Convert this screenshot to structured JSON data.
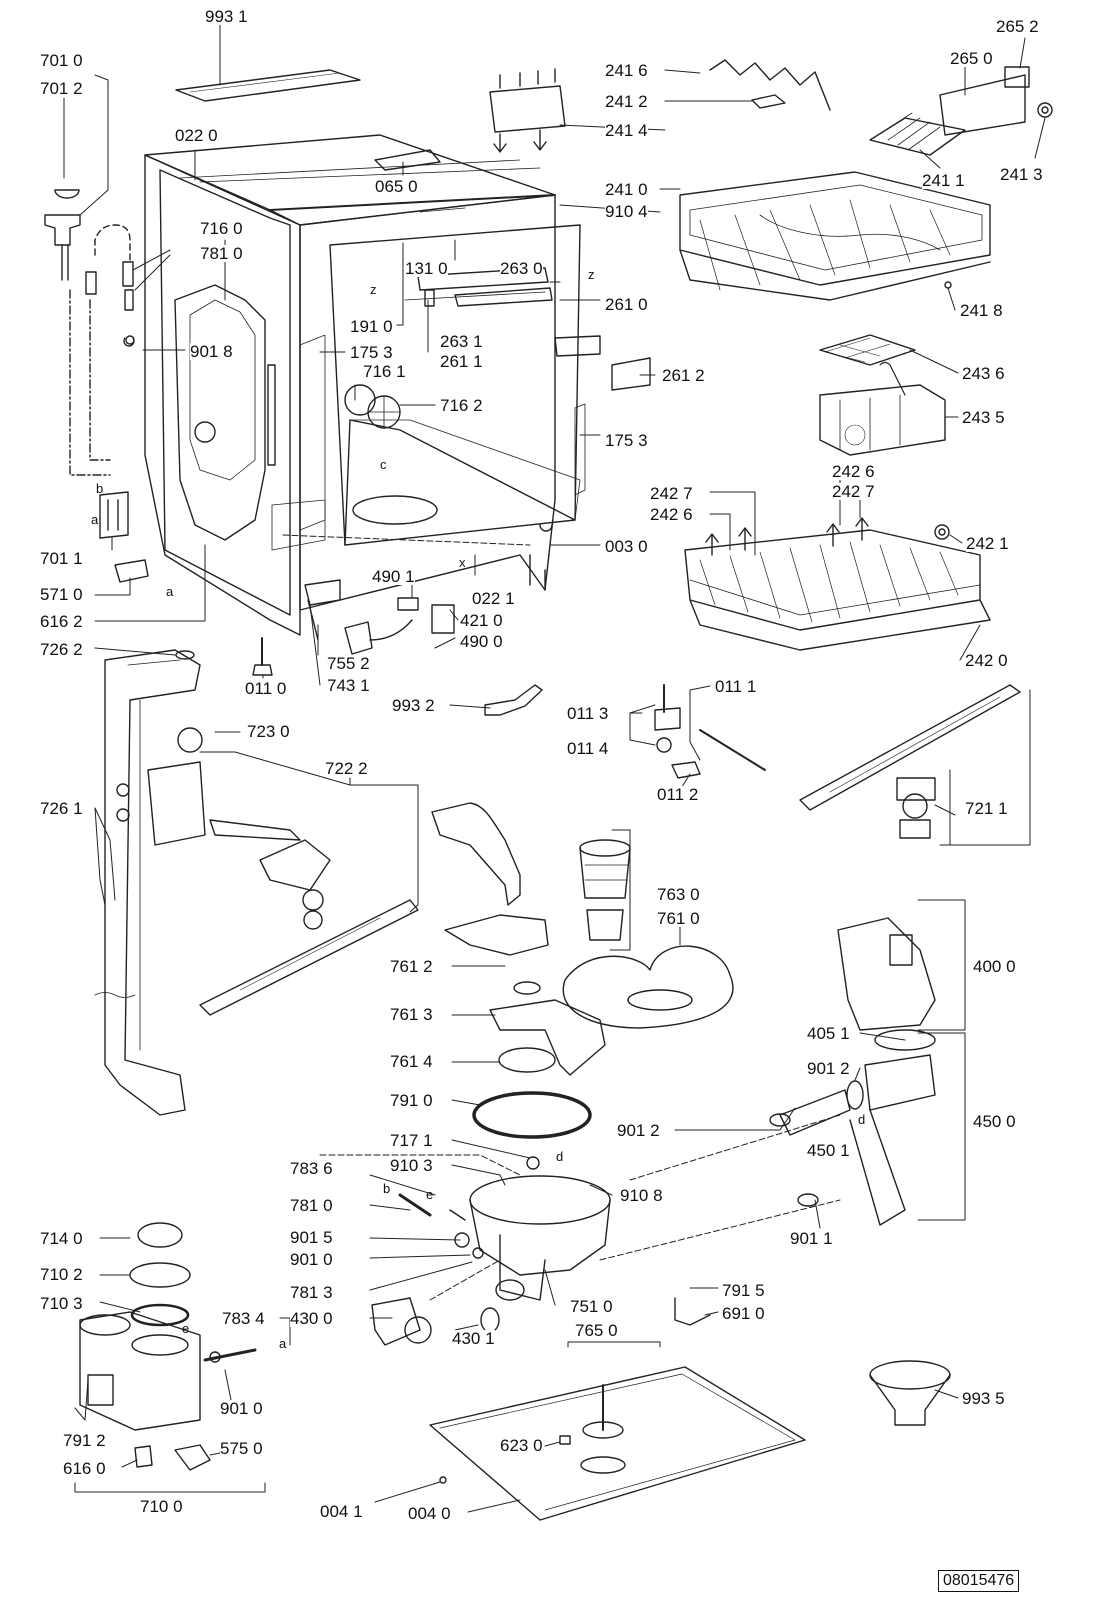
{
  "diagram": {
    "document_id": "08015476",
    "labels": {
      "l_993_1": "993 1",
      "l_701_0": "701 0",
      "l_701_2": "701 2",
      "l_022_0": "022 0",
      "l_065_0": "065 0",
      "l_716_0": "716 0",
      "l_781_0a": "781 0",
      "l_901_8": "901 8",
      "l_701_1": "701 1",
      "l_571_0": "571 0",
      "l_616_2": "616 2",
      "l_726_2": "726 2",
      "l_011_0": "011 0",
      "l_755_2": "755 2",
      "l_743_1": "743 1",
      "l_490_1": "490 1",
      "l_421_0": "421 0",
      "l_490_0": "490 0",
      "l_022_1": "022 1",
      "l_003_0": "003 0",
      "l_131_0": "131 0",
      "l_263_0": "263 0",
      "l_261_0": "261 0",
      "l_191_0": "191 0",
      "l_263_1": "263 1",
      "l_175_3a": "175 3",
      "l_261_1": "261 1",
      "l_716_1": "716 1",
      "l_716_2": "716 2",
      "l_261_2": "261 2",
      "l_175_3b": "175 3",
      "l_241_6": "241 6",
      "l_241_2": "241 2",
      "l_241_4": "241 4",
      "l_265_2": "265 2",
      "l_265_0": "265 0",
      "l_241_1": "241 1",
      "l_241_3": "241 3",
      "l_241_0": "241 0",
      "l_910_4": "910 4",
      "l_241_8": "241 8",
      "l_243_6": "243 6",
      "l_243_5": "243 5",
      "l_242_6a": "242 6",
      "l_242_7a": "242 7",
      "l_242_7b": "242 7",
      "l_242_6b": "242 6",
      "l_242_1": "242 1",
      "l_242_0": "242 0",
      "l_011_1": "011 1",
      "l_011_3": "011 3",
      "l_011_4": "011 4",
      "l_011_2": "011 2",
      "l_993_2": "993 2",
      "l_723_0": "723 0",
      "l_722_2": "722 2",
      "l_726_1": "726 1",
      "l_721_1": "721 1",
      "l_763_0": "763 0",
      "l_761_0": "761 0",
      "l_761_2": "761 2",
      "l_761_3": "761 3",
      "l_761_4": "761 4",
      "l_400_0": "400 0",
      "l_405_1": "405 1",
      "l_901_2a": "901 2",
      "l_901_2b": "901 2",
      "l_450_0": "450 0",
      "l_450_1": "450 1",
      "l_791_0": "791 0",
      "l_717_1": "717 1",
      "l_783_6": "783 6",
      "l_910_3": "910 3",
      "l_910_8": "910 8",
      "l_781_0b": "781 0",
      "l_901_5": "901 5",
      "l_901_0a": "901 0",
      "l_781_3": "781 3",
      "l_901_1": "901 1",
      "l_714_0": "714 0",
      "l_710_2": "710 2",
      "l_710_3": "710 3",
      "l_783_4": "783 4",
      "l_430_0": "430 0",
      "l_430_1": "430 1",
      "l_751_0": "751 0",
      "l_791_5": "791 5",
      "l_691_0": "691 0",
      "l_765_0": "765 0",
      "l_901_0b": "901 0",
      "l_791_2": "791 2",
      "l_575_0": "575 0",
      "l_616_0": "616 0",
      "l_710_0": "710 0",
      "l_623_0": "623 0",
      "l_993_5": "993 5",
      "l_004_1": "004 1",
      "l_004_0": "004 0"
    },
    "letters": {
      "z1": "z",
      "z2": "z",
      "c": "c",
      "x": "x",
      "b1": "b",
      "a1": "a",
      "a2": "a",
      "b2": "b",
      "e1": "e",
      "d1": "d",
      "d2": "d",
      "e2": "e",
      "a3": "a"
    }
  }
}
